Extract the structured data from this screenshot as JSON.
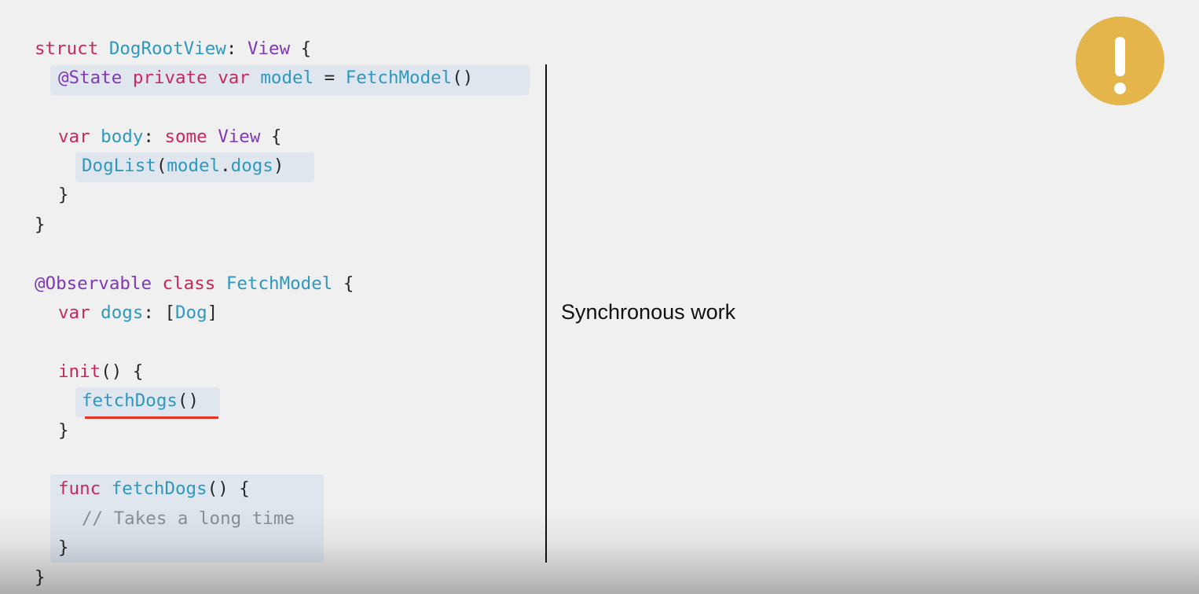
{
  "code": {
    "l1": {
      "kw": "struct",
      "name": "DogRootView",
      "sep": ": ",
      "type": "View",
      "rest": " {"
    },
    "l2": {
      "attr": "@State",
      "kw1": " private",
      "kw2": " var",
      "name": " model",
      "eq": " = ",
      "call": "FetchModel",
      "rest": "()"
    },
    "l4": {
      "kw": "var",
      "name": " body",
      "sep": ": ",
      "kw2": "some",
      "type": " View",
      "rest": " {"
    },
    "l5": {
      "call": "DogList",
      "p1": "(",
      "arg1": "model",
      "dot": ".",
      "arg2": "dogs",
      "p2": ")"
    },
    "l6": {
      "rest": "}"
    },
    "l7": {
      "rest": "}"
    },
    "l9": {
      "attr": "@Observable",
      "kw": " class",
      "name": " FetchModel",
      "rest": " {"
    },
    "l10": {
      "kw": "var",
      "name": " dogs",
      "sep": ": [",
      "type": "Dog",
      "rest": "]"
    },
    "l12": {
      "kw": "init",
      "rest": "() {"
    },
    "l13": {
      "call": "fetchDogs",
      "rest": "()"
    },
    "l14": {
      "rest": "}"
    },
    "l16": {
      "kw": "func",
      "name": " fetchDogs",
      "rest": "() {"
    },
    "l17": {
      "comment": "// Takes a long time"
    },
    "l18": {
      "rest": "}"
    },
    "l19": {
      "rest": "}"
    }
  },
  "label": "Synchronous work",
  "alert_icon": "exclamation-icon",
  "colors": {
    "background": "#eff0ef",
    "keyword": "#c8285c",
    "type": "#8038b6",
    "identifier": "#2e98bf",
    "comment": "#8a8f96",
    "highlight": "#dfe6ee",
    "underline": "#e53423",
    "alert": "#e3b54b"
  }
}
